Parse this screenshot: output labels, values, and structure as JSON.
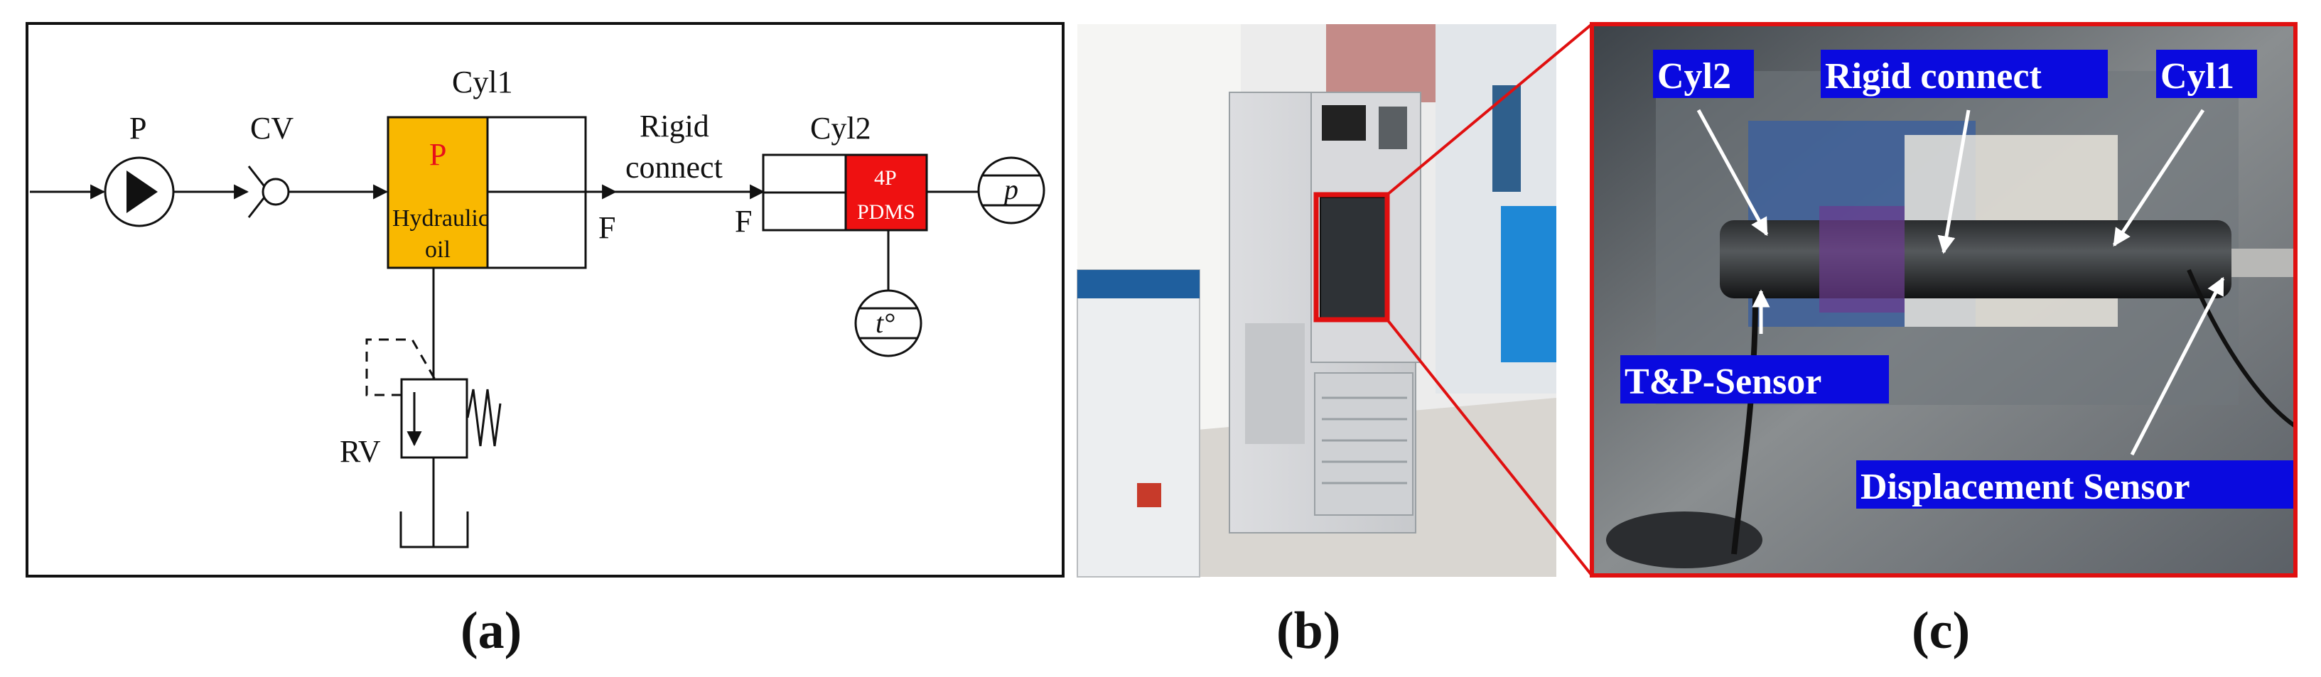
{
  "panel_a": {
    "label": "(a)",
    "pump": "P",
    "check_valve": "CV",
    "cyl1": {
      "title": "Cyl1",
      "chamber_p": "P",
      "chamber_text_1": "Hydraulic",
      "chamber_text_2": "oil",
      "force": "F"
    },
    "rigid_1": "Rigid",
    "rigid_2": "connect",
    "cyl2": {
      "title": "Cyl2",
      "force": "F",
      "chamber_text_1": "4P",
      "chamber_text_2": "PDMS"
    },
    "pressure_gauge": "p",
    "temp_gauge": "t°",
    "relief_valve": "RV",
    "colors": {
      "oil": "#f9b800",
      "pdms": "#ef1111",
      "p_text": "#e8101a"
    }
  },
  "panel_b": {
    "label": "(b)"
  },
  "panel_c": {
    "label": "(c)",
    "tags": {
      "cyl2": "Cyl2",
      "rigid": "Rigid connect",
      "cyl1": "Cyl1",
      "tp_sensor": "T&P-Sensor",
      "disp_sensor": "Displacement Sensor"
    },
    "colors": {
      "tag_bg": "#0a0adf",
      "frame": "#e01010"
    }
  }
}
